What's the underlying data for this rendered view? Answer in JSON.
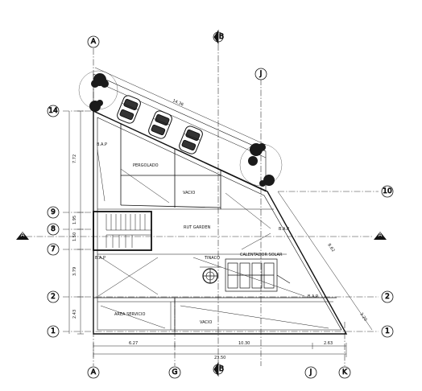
{
  "grid": {
    "top": [
      "A",
      "B",
      "J"
    ],
    "bottom": [
      "A",
      "G",
      "B",
      "J",
      "K"
    ],
    "left": [
      "14",
      "9",
      "8",
      "7",
      "2",
      "1"
    ],
    "right": [
      "10",
      "2",
      "1"
    ]
  },
  "section_marks": [
    "A",
    "A"
  ],
  "rooms": {
    "pergolado": "PERGOLADO",
    "vacio_top": "VACIO",
    "rut_garden": "RUT GARDEN",
    "calentador": "CALENTADOR SOLAR",
    "area_servicio": "AREA SERVICIO",
    "vacio_bottom": "VACIO"
  },
  "notes": {
    "bap": "B.A.P",
    "tinaco": "TINACO"
  },
  "dimensions": {
    "top_diag": "14.36",
    "left": [
      "7.72",
      "1.95",
      "1.50",
      "3.79",
      "2.43"
    ],
    "left_total": "",
    "bottom": [
      "6.27",
      "10.30",
      "2.63"
    ],
    "bottom_total": "23.50",
    "right_diag": [
      "8.62",
      "3.20"
    ]
  }
}
